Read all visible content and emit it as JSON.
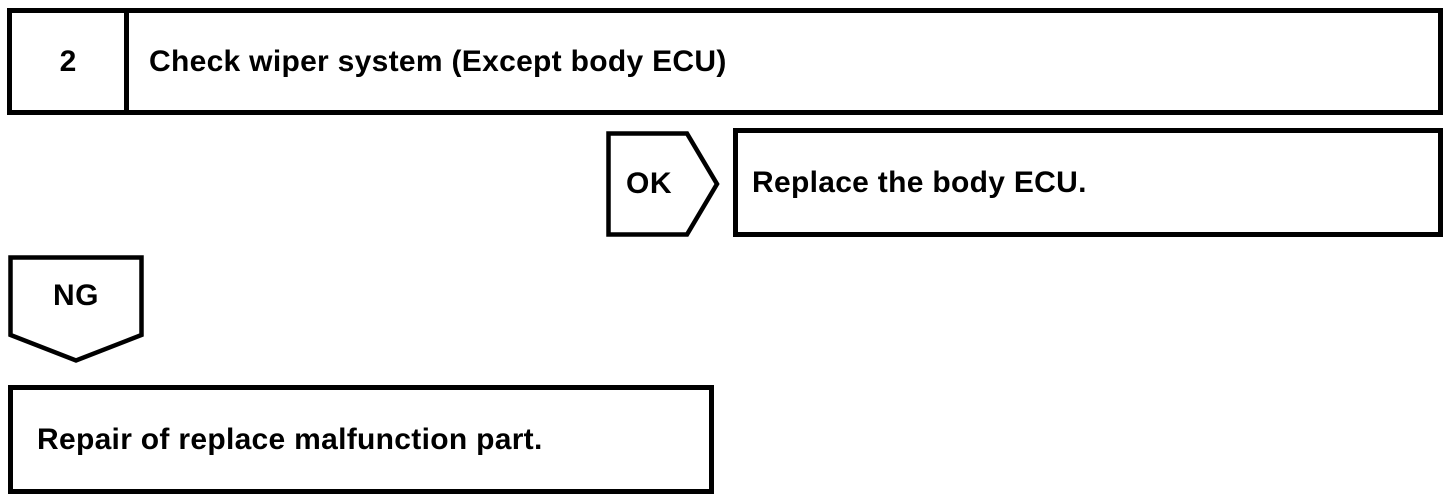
{
  "flowchart": {
    "step": {
      "number": "2",
      "title": "Check wiper system (Except body ECU)"
    },
    "ok_branch": {
      "label": "OK",
      "action": "Replace the body ECU."
    },
    "ng_branch": {
      "label": "NG",
      "action": "Repair of replace malfunction part."
    },
    "colors": {
      "line": "#000000",
      "background": "#ffffff"
    }
  }
}
